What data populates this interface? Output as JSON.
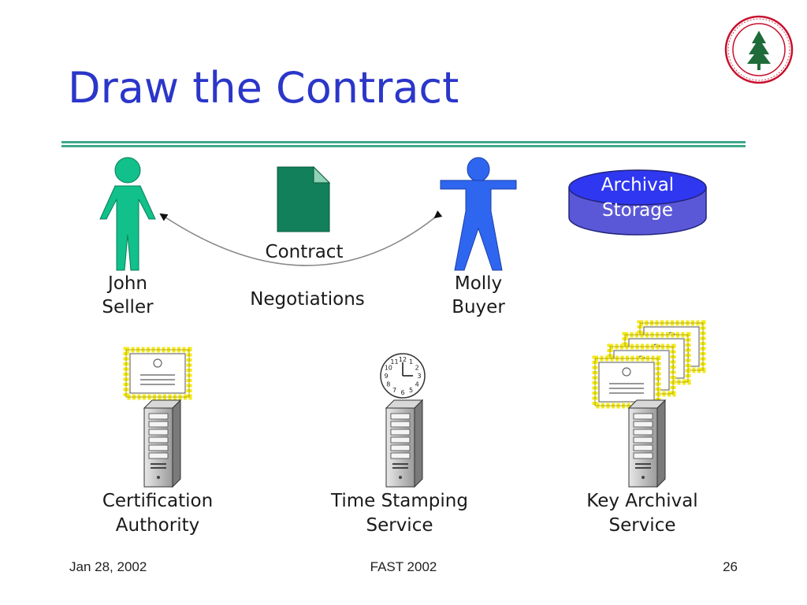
{
  "title": "Draw the Contract",
  "contract": {
    "label": "Contract",
    "negotiation_label": "Negotiations"
  },
  "people": {
    "seller": {
      "line1": "John",
      "line2": "Seller"
    },
    "buyer": {
      "line1": "Molly",
      "line2": "Buyer"
    }
  },
  "storage": {
    "line1": "Archival",
    "line2": "Storage"
  },
  "services": {
    "certification": {
      "line1": "Certification",
      "line2": "Authority"
    },
    "timestamp": {
      "line1": "Time Stamping",
      "line2": "Service"
    },
    "key_archival": {
      "line1": "Key Archival",
      "line2": "Service"
    }
  },
  "clock_numbers": [
    "12",
    "1",
    "2",
    "3",
    "4",
    "5",
    "6",
    "7",
    "8",
    "9",
    "10",
    "11"
  ],
  "footer": {
    "date": "Jan 28, 2002",
    "event": "FAST 2002",
    "page": "26"
  },
  "colors": {
    "title": "#2b36c9",
    "seller_figure": "#11c08a",
    "buyer_figure": "#2f66f0",
    "document": "#12805a",
    "storage": "#3e3fe0",
    "certificate_border": "#f2ea1a",
    "divider": "#3fa98a",
    "seal": "#c8102e"
  },
  "icons": [
    "stanford-seal-icon",
    "person-icon",
    "document-icon",
    "database-icon",
    "certificate-icon",
    "server-icon",
    "clock-icon"
  ]
}
